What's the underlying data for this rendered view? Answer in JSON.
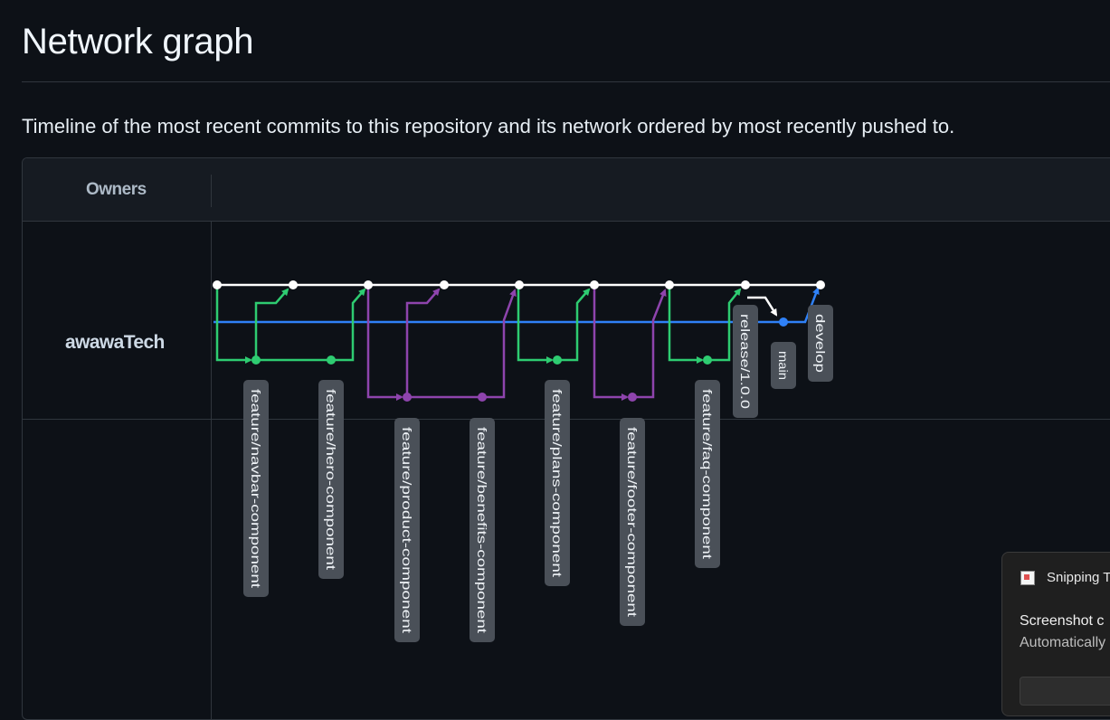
{
  "page": {
    "title": "Network graph",
    "description": "Timeline of the most recent commits to this repository and its network ordered by most recently pushed to."
  },
  "graph": {
    "owners_header": "Owners",
    "owner": "awawaTech",
    "colors": {
      "main": "#ffffff",
      "develop": "#2f81f7",
      "green": "#2ecc71",
      "purple": "#8e44ad"
    },
    "branches": [
      "feature/navbar-component",
      "feature/hero-component",
      "feature/product-component",
      "feature/benefits-component",
      "feature/plans-component",
      "feature/footer-component",
      "feature/faq-component",
      "release/1.0.0",
      "main",
      "develop"
    ]
  },
  "toast": {
    "app": "Snipping T",
    "title": "Screenshot c",
    "body": "Automatically"
  }
}
